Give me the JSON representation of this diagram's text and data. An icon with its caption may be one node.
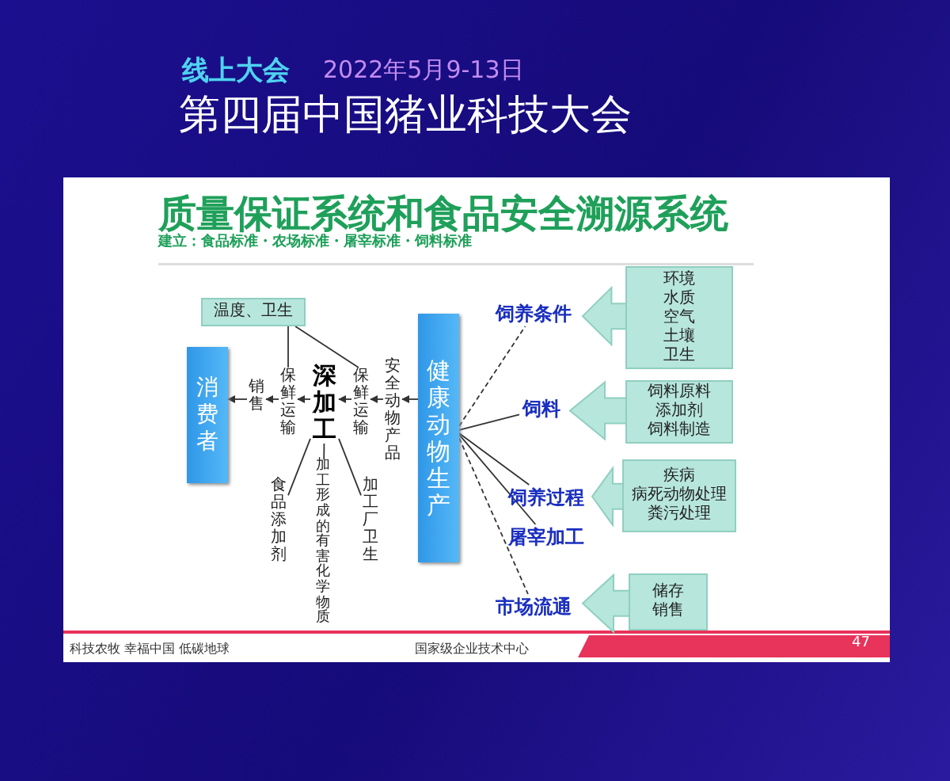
{
  "diagram": {
    "title": "质量保证系统和食品安全溯源系统",
    "nodes": [
      {
        "text": [
          "温度、卫生"
        ]
      },
      {
        "text": [
          "消费者"
        ]
      },
      {
        "text": [
          "销售"
        ]
      },
      {
        "text": [
          "保鲜运输"
        ]
      },
      {
        "text": [
          "深加工"
        ]
      },
      {
        "text": [
          "保鲜运输"
        ]
      },
      {
        "text": [
          "安全动物产品"
        ]
      },
      {
        "text": [
          "健康动物生产"
        ]
      },
      {
        "text": [
          "食品添加剂"
        ]
      },
      {
        "text": [
          "加工形成的有害化学物质"
        ]
      },
      {
        "text": [
          "加工厂卫生"
        ]
      },
      {
        "text": [
          "饲养条件"
        ]
      },
      {
        "text": [
          "饲料"
        ]
      },
      {
        "text": [
          "饲养过程"
        ]
      },
      {
        "text": [
          "屠宰加工"
        ]
      },
      {
        "text": [
          "市场流通"
        ]
      },
      {
        "text": [
          "环境",
          "水质",
          "空气",
          "土壤",
          "卫生"
        ]
      },
      {
        "text": [
          "饲料原料",
          "添加剂",
          "饲料制造"
        ]
      },
      {
        "text": [
          "疾病",
          "病死动物处理",
          "粪污处理"
        ]
      },
      {
        "text": [
          "储存",
          "销售"
        ]
      }
    ],
    "edges": [
      {
        "from": 7,
        "to": 6,
        "arrow": "to"
      },
      {
        "from": 6,
        "to": 5,
        "arrow": "to"
      },
      {
        "from": 5,
        "to": 4,
        "arrow": "to"
      },
      {
        "from": 4,
        "to": 3,
        "arrow": "to"
      },
      {
        "from": 3,
        "to": 2,
        "arrow": "to"
      },
      {
        "from": 2,
        "to": 1,
        "arrow": "to"
      },
      {
        "from": 0,
        "to": 3,
        "arrow": "none"
      },
      {
        "from": 0,
        "to": 5,
        "arrow": "none"
      },
      {
        "from": 4,
        "to": 8,
        "arrow": "none"
      },
      {
        "from": 4,
        "to": 9,
        "arrow": "none"
      },
      {
        "from": 4,
        "to": 10,
        "arrow": "none"
      },
      {
        "from": 7,
        "to": 11,
        "arrow": "none",
        "style": "dashed"
      },
      {
        "from": 7,
        "to": 12,
        "arrow": "none"
      },
      {
        "from": 7,
        "to": 13,
        "arrow": "none"
      },
      {
        "from": 7,
        "to": 14,
        "arrow": "none"
      },
      {
        "from": 7,
        "to": 15,
        "arrow": "none",
        "style": "dashed"
      },
      {
        "from": 16,
        "to": 11,
        "arrow": "to",
        "style": "thick"
      },
      {
        "from": 17,
        "to": 12,
        "arrow": "to",
        "style": "thick"
      },
      {
        "from": 18,
        "to": 13,
        "arrow": "to",
        "style": "thick"
      },
      {
        "from": 19,
        "to": 15,
        "arrow": "to",
        "style": "thick"
      }
    ],
    "labels": [
      "线上大会",
      "2022年5月9-13日",
      "第四届中国猪业科技大会",
      "建立：食品标准・农场标准・屠宰标准・饲料标准",
      "科技农牧 幸福中国 低碳地球",
      "国家级企业技术中心",
      "47"
    ]
  }
}
